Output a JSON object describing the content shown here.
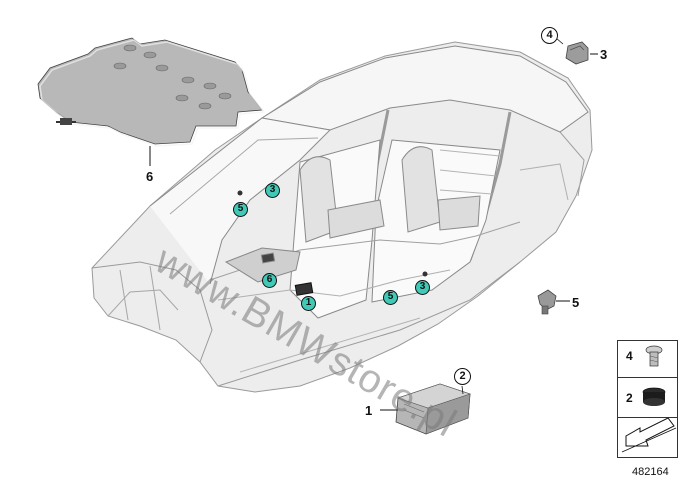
{
  "callouts": {
    "insulation_mat": "6",
    "bracket": "3",
    "bracket_ref": "4",
    "sensor": "5",
    "control_unit": "1",
    "control_unit_ref": "2"
  },
  "badges": {
    "left_5": "5",
    "left_3": "3",
    "center_6": "6",
    "center_1": "1",
    "right_5": "5",
    "right_3": "3"
  },
  "legend": {
    "screw_num": "4",
    "nut_num": "2"
  },
  "watermark": "www.BMWstore.pl",
  "diagram_id": "482164"
}
